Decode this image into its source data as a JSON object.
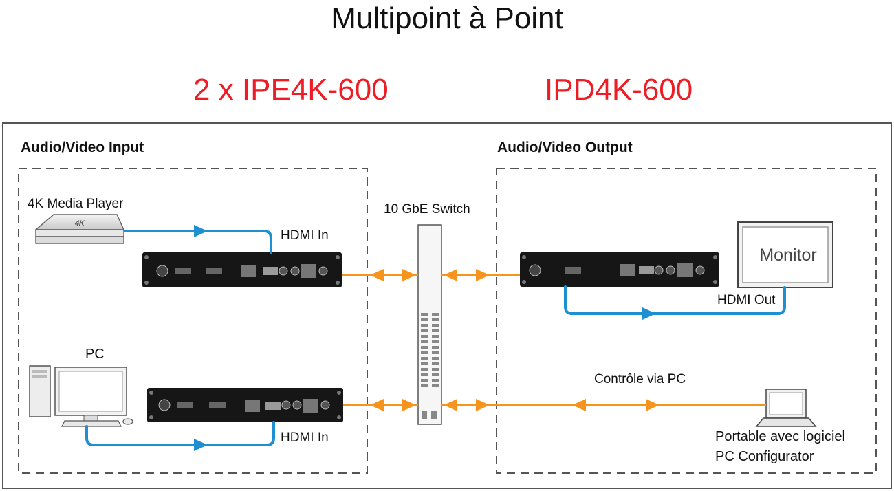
{
  "title": "Multipoint à Point",
  "transmitter_heading": "2 x IPE4K-600",
  "receiver_heading": "IPD4K-600",
  "input_section": {
    "label": "Audio/Video Input"
  },
  "output_section": {
    "label": "Audio/Video Output"
  },
  "devices": {
    "media_player": {
      "label": "4K Media Player",
      "badge": "4K"
    },
    "pc": {
      "label": "PC"
    },
    "switch": {
      "label": "10 GbE Switch"
    },
    "monitor": {
      "label": "Monitor"
    },
    "laptop": {
      "label_line1": "Portable avec logiciel",
      "label_line2": "PC Configurator"
    }
  },
  "connections": {
    "hdmi_in_top": "HDMI In",
    "hdmi_in_bottom": "HDMI In",
    "hdmi_out": "HDMI Out",
    "control": "Contrôle via PC"
  },
  "colors": {
    "hdmi_line": "#1e8fd0",
    "network_line": "#f7941d",
    "heading_red": "#ee1c24"
  }
}
